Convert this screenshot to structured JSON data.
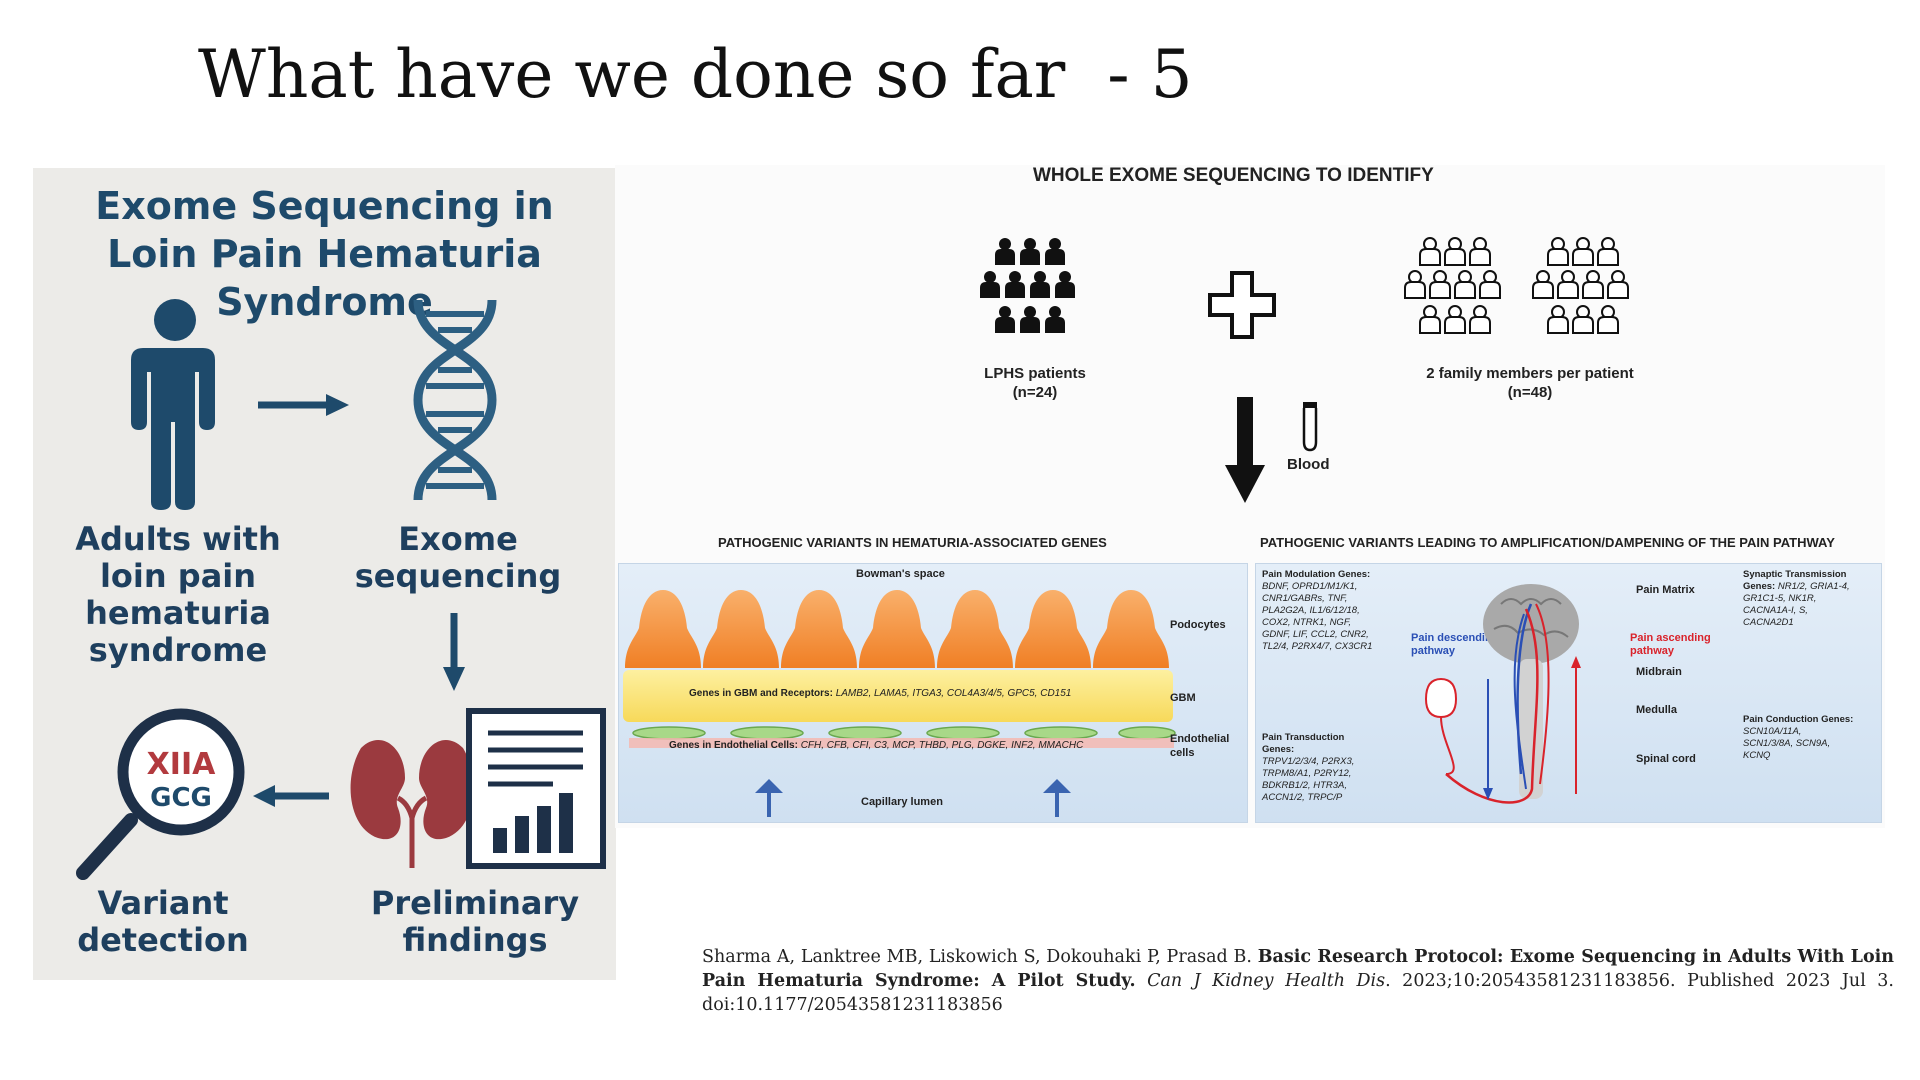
{
  "slide": {
    "title": "What have we done so far  - 5"
  },
  "left_infographic": {
    "heading_line1": "Exome Sequencing in",
    "heading_line2": "Loin Pain Hematuria Syndrome",
    "steps": [
      {
        "label": [
          "Adults with",
          "loin pain",
          "hematuria",
          "syndrome"
        ],
        "icon": "person-icon"
      },
      {
        "label": [
          "Exome",
          "sequencing"
        ],
        "icon": "dna-icon"
      },
      {
        "label": [
          "Preliminary",
          "findings"
        ],
        "icon": "kidney-report-icon"
      },
      {
        "label": [
          "Variant",
          "detection"
        ],
        "icon": "magnifier-icon"
      }
    ],
    "magnifier_text_top": "XIIA",
    "magnifier_text_bottom": "GCG",
    "colors": {
      "navy": "#1e4a6b",
      "kidney": "#9b3a3f",
      "background": "#ecebe8"
    }
  },
  "figure": {
    "title": "WHOLE EXOME SEQUENCING TO IDENTIFY",
    "lphs_label": "LPHS patients",
    "lphs_n": "(n=24)",
    "family_label": "2 family members per patient",
    "family_n": "(n=48)",
    "blood_label": "Blood",
    "left_panel": {
      "title": "PATHOGENIC VARIANTS IN HEMATURIA-ASSOCIATED GENES",
      "bowmans": "Bowman's space",
      "podocytes": "Podocytes",
      "gbm": "GBM",
      "endothelial": [
        "Endothelial",
        "cells"
      ],
      "gbm_genes_label": "Genes in GBM and Receptors:",
      "gbm_genes": "LAMB2, LAMA5, ITGA3, COL4A3/4/5, GPC5, CD151",
      "endo_genes_label": "Genes in Endothelial Cells:",
      "endo_genes": "CFH, CFB, CFI, C3, MCP, THBD, PLG, DGKE, INF2, MMACHC",
      "capillary": "Capillary lumen"
    },
    "right_panel": {
      "title": "PATHOGENIC VARIANTS LEADING TO AMPLIFICATION/DAMPENING OF THE PAIN PATHWAY",
      "modulation_title": "Pain Modulation Genes:",
      "modulation_genes": [
        "BDNF, OPRD1/M1/K1,",
        "CNR1/GABRs, TNF,",
        "PLA2G2A, IL1/6/12/18,",
        "COX2, NTRK1, NGF,",
        "GDNF, LIF, CCL2, CNR2,",
        "TL2/4, P2RX4/7, CX3CR1"
      ],
      "transduction_title": [
        "Pain Transduction",
        "Genes:"
      ],
      "transduction_genes": [
        "TRPV1/2/3/4, P2RX3,",
        "TRPM8/A1, P2RY12,",
        "BDKRB1/2, HTR3A,",
        "ACCN1/2, TRPC/P"
      ],
      "descending": [
        "Pain descending",
        "pathway"
      ],
      "ascending": [
        "Pain ascending",
        "pathway"
      ],
      "pain_matrix": "Pain Matrix",
      "midbrain": "Midbrain",
      "medulla": "Medulla",
      "spinal_cord": "Spinal cord",
      "synaptic_title": "Synaptic Transmission",
      "synaptic_genes_label": "Genes:",
      "synaptic_genes": [
        "NR1/2, GRIA1-4,",
        "GR1C1-5, NK1R,",
        "CACNA1A-I, S,",
        "CACNA2D1"
      ],
      "conduction_title": "Pain Conduction Genes:",
      "conduction_genes": [
        "SCN10A/11A,",
        "SCN1/3/8A, SCN9A,",
        "KCNQ"
      ],
      "colors": {
        "descending": "#2a4fb5",
        "ascending": "#d9232b"
      }
    }
  },
  "citation": {
    "authors": "Sharma A, Lanktree MB, Liskowich S, Dokouhaki P, Prasad B. ",
    "title": "Basic Research Protocol: Exome Sequencing in Adults With Loin Pain Hematuria Syndrome: A Pilot Study.",
    "journal": "Can J Kidney Health Dis",
    "rest": ". 2023;10:20543581231183856. Published 2023 Jul 3. doi:10.1177/20543581231183856"
  }
}
